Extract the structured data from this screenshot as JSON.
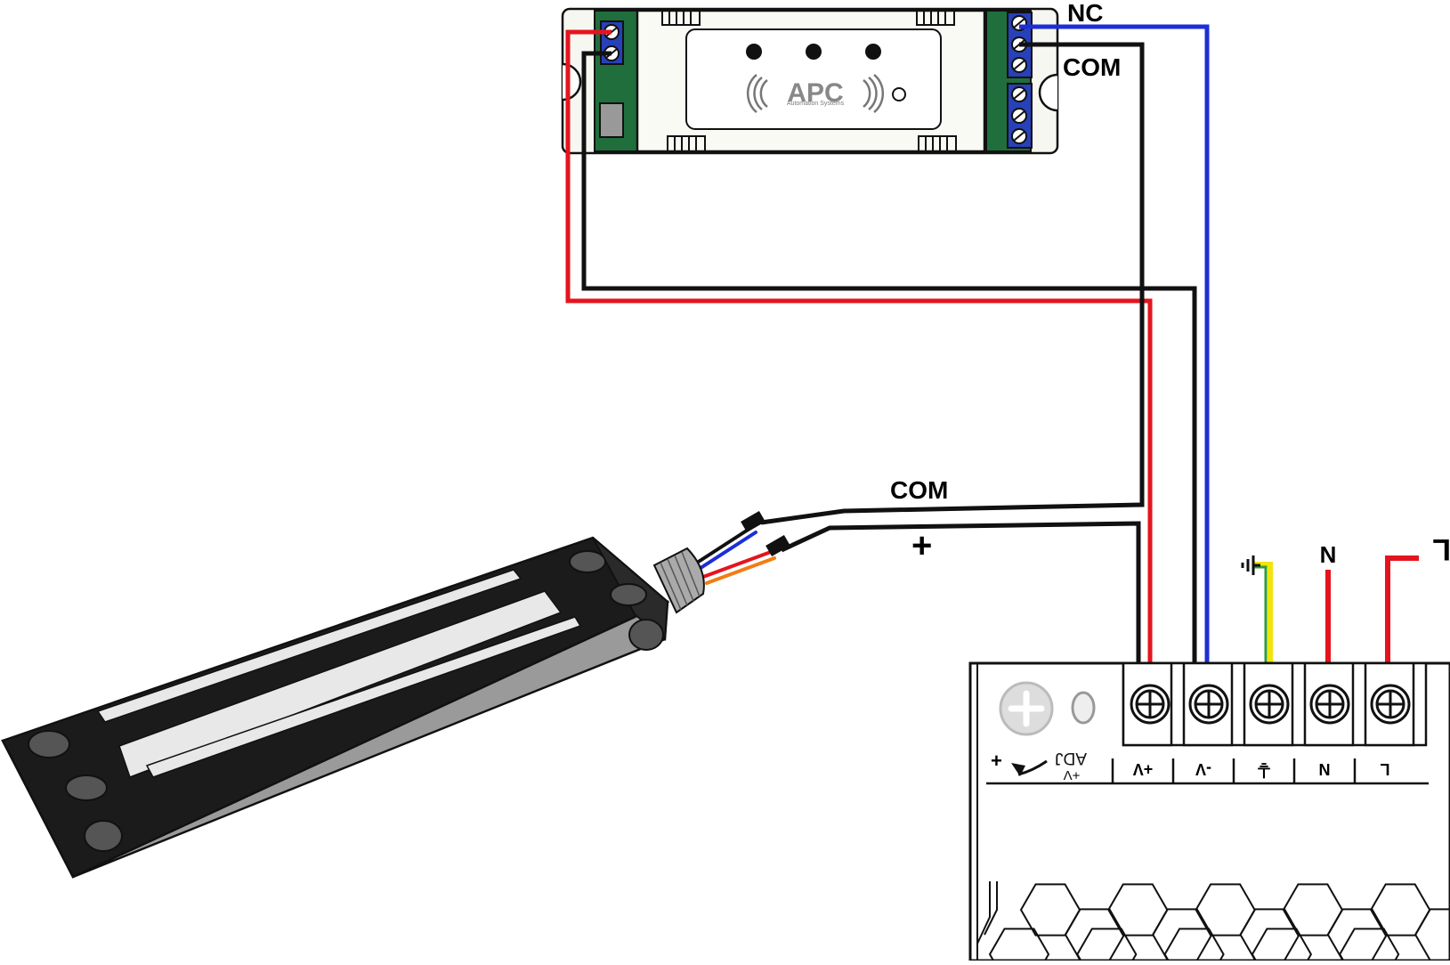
{
  "relay": {
    "brand": "APC",
    "tagline": "Automation Systems",
    "nc_label": "NC",
    "com_label": "COM"
  },
  "lock_wires": {
    "com_label": "COM",
    "plus_label": "+"
  },
  "power_supply": {
    "adj_label": "ADJ",
    "adj_sub": "+V",
    "plus_sign": "+",
    "terminals": [
      "+V",
      "-V",
      "⏚",
      "N",
      "L"
    ],
    "mains_labels": [
      "⏚",
      "N",
      "L"
    ]
  },
  "colors": {
    "red": "#e4141e",
    "blue": "#1c2fd6",
    "black": "#111111",
    "orange": "#f07d16",
    "yellow": "#f2e40c",
    "green": "#2e9b33",
    "pcb_green": "#1f6e3c",
    "terminal_blue": "#2741b8"
  }
}
